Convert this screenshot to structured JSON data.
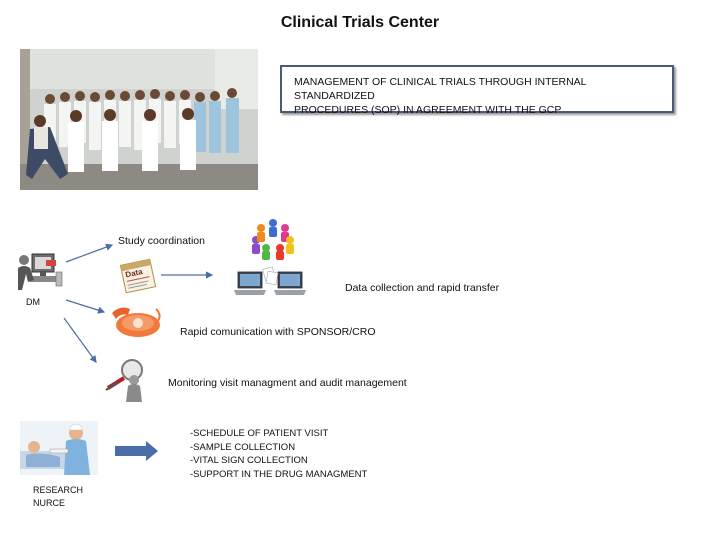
{
  "header": {
    "title": "Clinical Trials Center"
  },
  "callout": {
    "line1": "MANAGEMENT OF CLINICAL TRIALS THROUGH INTERNAL STANDARDIZED",
    "line2": "PROCEDURES (SOP)  IN AGREEMENT WITH THE GCP"
  },
  "workflow": {
    "study_coordination": "Study coordination",
    "data_collection": "Data collection and rapid  transfer",
    "dm_label": "DM",
    "rapid_communication": "Rapid comunication with SPONSOR/CRO",
    "monitoring": "Monitoring visit managment and audit management",
    "data_sheet_text": "Data"
  },
  "nurse": {
    "label_line1": "RESEARCH",
    "label_line2": "NURCE",
    "tasks": [
      "-SCHEDULE OF PATIENT VISIT",
      "-SAMPLE COLLECTION",
      "-VITAL SIGN COLLECTION",
      "-SUPPORT IN THE DRUG MANAGMENT"
    ]
  },
  "colors": {
    "arrow": "#4a6da7",
    "callout_border": "#4a5a78"
  },
  "icons": [
    "team-photo",
    "people-circle-icon",
    "computer-user-icon",
    "data-sheet-icon",
    "laptops-transfer-icon",
    "telephone-icon",
    "magnifier-person-icon",
    "nurse-patient-icon"
  ]
}
